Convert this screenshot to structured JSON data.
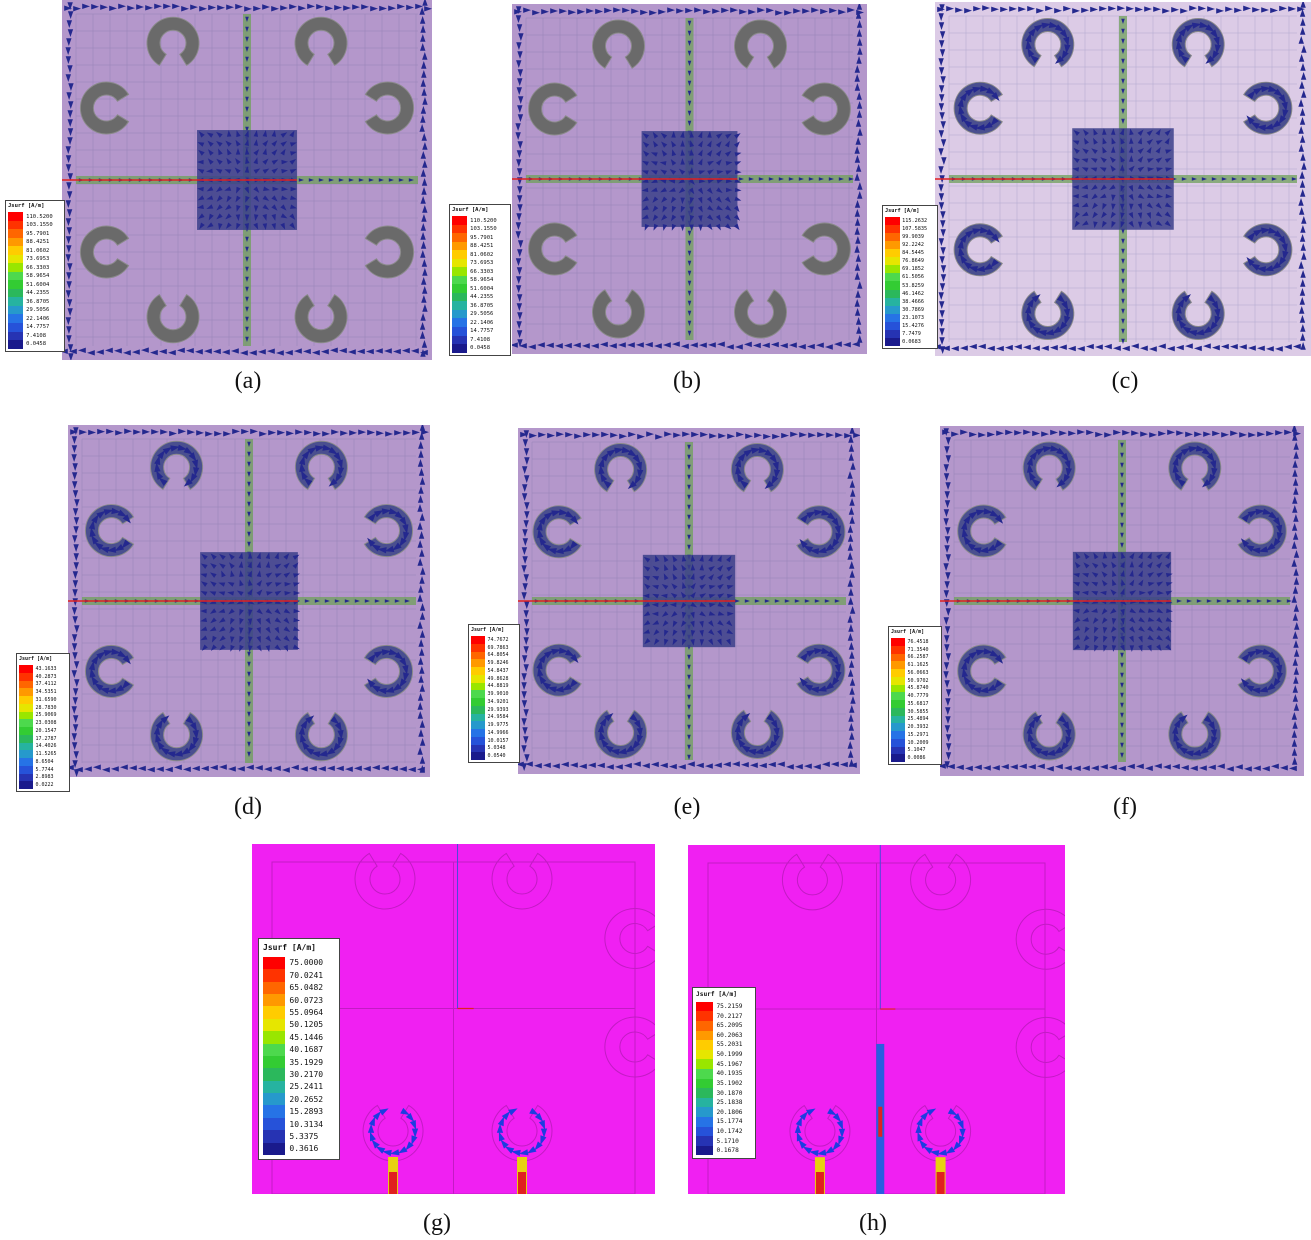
{
  "figure": {
    "panels": [
      {
        "id": "a",
        "caption": "(a)",
        "legend_title": "Jsurf [A/m]",
        "legend_values": [
          "110.5200",
          "103.1550",
          "95.7901",
          "88.4251",
          "81.0602",
          "73.6953",
          "66.3303",
          "58.9654",
          "51.6004",
          "44.2355",
          "36.8705",
          "29.5056",
          "22.1406",
          "14.7757",
          "7.4108",
          "0.0458"
        ]
      },
      {
        "id": "b",
        "caption": "(b)",
        "legend_title": "Jsurf [A/m]",
        "legend_values": [
          "110.5200",
          "103.1550",
          "95.7901",
          "88.4251",
          "81.0602",
          "73.6953",
          "66.3303",
          "58.9654",
          "51.6004",
          "44.2355",
          "36.8705",
          "29.5056",
          "22.1406",
          "14.7757",
          "7.4108",
          "0.0458"
        ]
      },
      {
        "id": "c",
        "caption": "(c)",
        "legend_title": "Jsurf [A/m]",
        "legend_values": [
          "115.2632",
          "107.5835",
          "99.9039",
          "92.2242",
          "84.5445",
          "76.8649",
          "69.1852",
          "61.5056",
          "53.8259",
          "46.1462",
          "38.4666",
          "30.7869",
          "23.1073",
          "15.4276",
          "7.7479",
          "0.0683"
        ]
      },
      {
        "id": "d",
        "caption": "(d)",
        "legend_title": "Jsurf [A/m]",
        "legend_values": [
          "43.1633",
          "40.2873",
          "37.4112",
          "34.5351",
          "31.6590",
          "28.7830",
          "25.9069",
          "23.0308",
          "20.1547",
          "17.2787",
          "14.4026",
          "11.5265",
          "8.6504",
          "5.7744",
          "2.8983",
          "0.0222"
        ]
      },
      {
        "id": "e",
        "caption": "(e)",
        "legend_title": "Jsurf [A/m]",
        "legend_values": [
          "74.7672",
          "69.7863",
          "64.8054",
          "59.8246",
          "54.8437",
          "49.8628",
          "44.8819",
          "39.9010",
          "34.9201",
          "29.9393",
          "24.9584",
          "19.9775",
          "14.9966",
          "10.0157",
          "5.0348",
          "0.0540"
        ]
      },
      {
        "id": "f",
        "caption": "(f)",
        "legend_title": "Jsurf [A/m]",
        "legend_values": [
          "76.4518",
          "71.3540",
          "66.2587",
          "61.1625",
          "56.0663",
          "50.9702",
          "45.8740",
          "40.7779",
          "35.6817",
          "30.5855",
          "25.4894",
          "20.3932",
          "15.2971",
          "10.2009",
          "5.1047",
          "0.0086"
        ]
      },
      {
        "id": "g",
        "caption": "(g)",
        "legend_title": "Jsurf [A/m]",
        "legend_values": [
          "75.0000",
          "70.0241",
          "65.0482",
          "60.0723",
          "55.0964",
          "50.1205",
          "45.1446",
          "40.1687",
          "35.1929",
          "30.2170",
          "25.2411",
          "20.2652",
          "15.2893",
          "10.3134",
          "5.3375",
          "0.3616"
        ]
      },
      {
        "id": "h",
        "caption": "(h)",
        "legend_title": "Jsurf [A/m]",
        "legend_values": [
          "75.2159",
          "70.2127",
          "65.2095",
          "60.2063",
          "55.2031",
          "50.1999",
          "45.1967",
          "40.1935",
          "35.1902",
          "30.1870",
          "25.1838",
          "20.1806",
          "15.1774",
          "10.1742",
          "5.1710",
          "0.1678"
        ]
      }
    ],
    "colors": {
      "substrate_purple": "#b497cb",
      "substrate_light_purple": "#dccbe6",
      "substrate_magenta": "#f020f2",
      "ring_gray": "#6a6a6a",
      "arrow_navy": "#24288e",
      "edge_green": "#6fa05a",
      "feed_red": "#e02020",
      "scale_colors": [
        "#ff0000",
        "#ff3300",
        "#ff6600",
        "#ff9900",
        "#ffcc00",
        "#e6e600",
        "#99e600",
        "#4dd94d",
        "#33cc33",
        "#2bb85c",
        "#26b3a0",
        "#2699cc",
        "#2673e6",
        "#2652d9",
        "#2633b3",
        "#1a1a8c"
      ]
    }
  }
}
